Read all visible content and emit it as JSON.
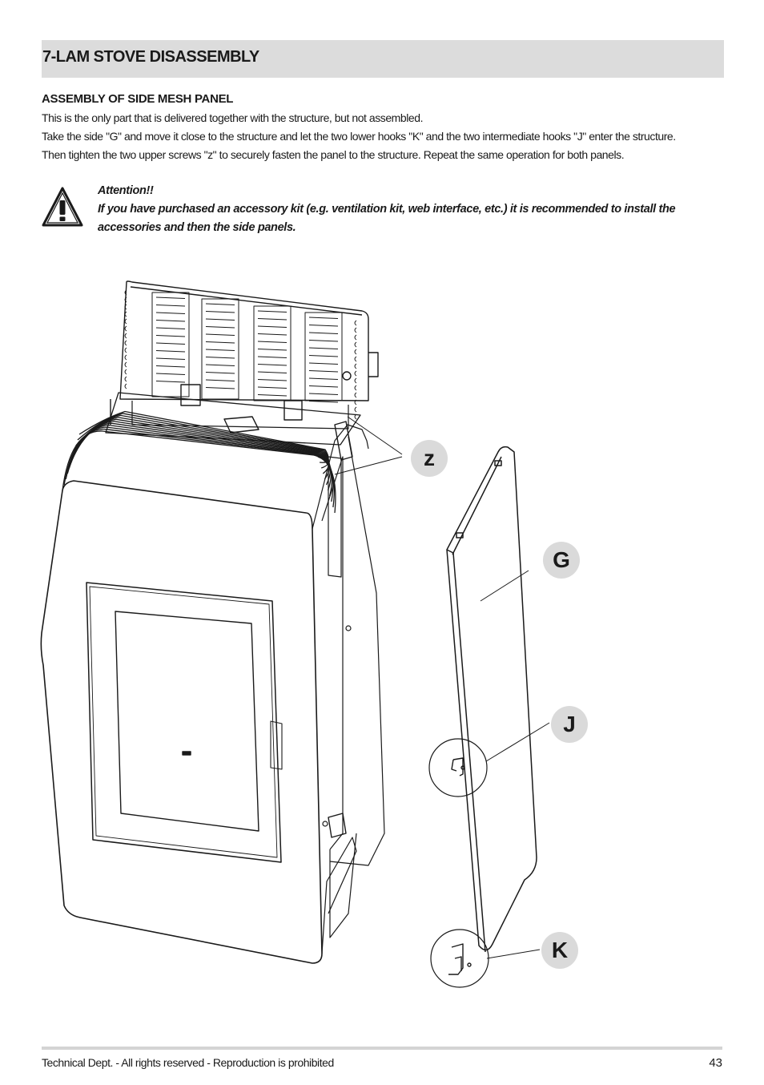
{
  "header": {
    "title": "7-LAM STOVE DISASSEMBLY"
  },
  "section": {
    "heading": "ASSEMBLY OF SIDE MESH PANEL",
    "paragraphs": [
      "This is the only part that is delivered together with the structure, but not assembled.",
      "Take the side \"G\" and move it close to the structure and let the two lower hooks \"K\" and the two intermediate hooks \"J\" enter the structure.",
      "Then tighten the two upper screws \"z\" to securely fasten the panel to the structure. Repeat the same operation for both panels."
    ]
  },
  "warning": {
    "icon": "warning-triangle-icon",
    "title": "Attention!!",
    "lines": [
      "If you have purchased an accessory kit (e.g. ventilation kit, web interface, etc.) it is recommended to install the",
      "accessories and then the side panels."
    ]
  },
  "figure": {
    "callouts": {
      "z": "z",
      "g": "G",
      "j": "J",
      "k": "K"
    },
    "callout_color": "#dadada"
  },
  "footer": {
    "text": "Technical Dept. - All rights reserved - Reproduction is prohibited",
    "page": "43"
  }
}
